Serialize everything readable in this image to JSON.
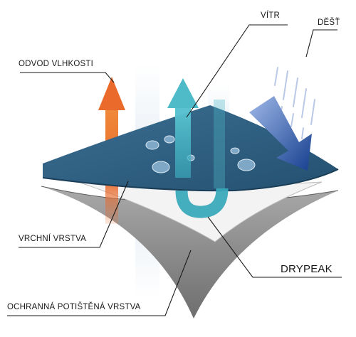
{
  "labels": {
    "moisture": "ODVOD VLHKOSTI",
    "wind": "VÍTR",
    "rain": "DĚŠŤ",
    "top_layer": "VRCHNÍ VRSTVA",
    "membrane": "DRYPEAK",
    "protective": "OCHRANNÁ POTIŠTĚNÁ VRSTVA"
  },
  "colors": {
    "top_layer": "#2f5f82",
    "membrane_layer": "#f1f1f1",
    "protective_layer": "#8d8d8d",
    "moisture_arrow": "#e8682a",
    "wind_arrow": "#3aa9bb",
    "rain_arrow": "#1f4fa0",
    "leader_line": "#1a1a1a"
  }
}
